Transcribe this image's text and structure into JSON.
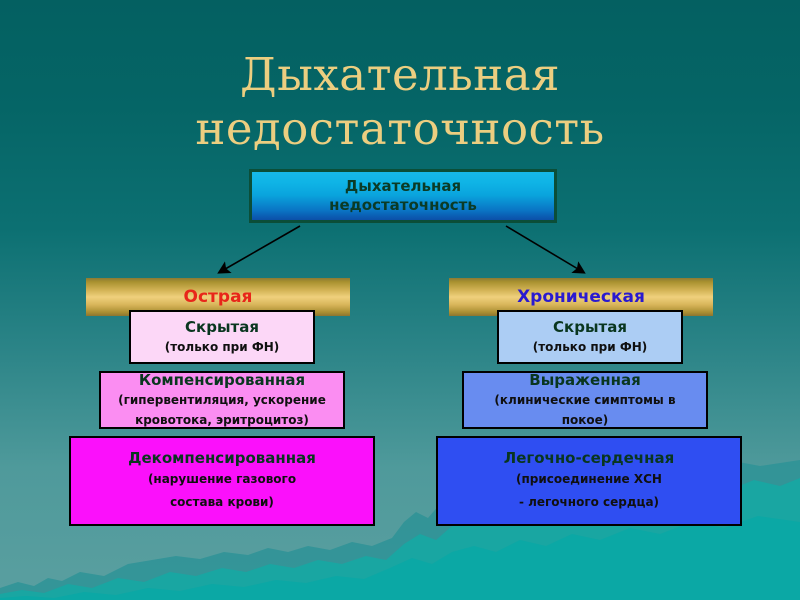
{
  "slide": {
    "title_line_1": "Дыхательная",
    "title_line_2": "недостаточность",
    "title_color": "#ecce80",
    "background_color": "#0c7072"
  },
  "root": {
    "line_1": "Дыхательная",
    "line_2": "недостаточность",
    "fill_color": "#0aa4dd",
    "border_color": "#0b4e38",
    "text_color": "#0b3b26"
  },
  "connectors": [
    {
      "name": "arrow-to-acute",
      "from": "root",
      "to": "acute",
      "direction": "down-left",
      "color": "#000000"
    },
    {
      "name": "arrow-to-chronic",
      "from": "root",
      "to": "chronic",
      "direction": "down-right",
      "color": "#000000"
    }
  ],
  "branches": {
    "acute": {
      "header": "Острая",
      "header_color": "#e8261a",
      "levels": [
        {
          "title": "Скрытая",
          "subtitle": "(только при ФН)",
          "subtitle_lines": [
            "(только при ФН)"
          ],
          "fill_color": "#fcd7f7"
        },
        {
          "title": "Компенсированная",
          "subtitle": "(гипервентиляция, ускорение кровотока, эритроцитоз)",
          "subtitle_lines": [
            "(гипервентиляция, ускорение",
            "кровотока, эритроцитоз)"
          ],
          "fill_color": "#fb8df2"
        },
        {
          "title": "Декомпенсированная",
          "subtitle": "(нарушение газового состава крови)",
          "subtitle_lines": [
            "(нарушение газового",
            "состава крови)"
          ],
          "fill_color": "#fb10fb"
        }
      ]
    },
    "chronic": {
      "header": "Хроническая",
      "header_color": "#2a1ad0",
      "levels": [
        {
          "title": "Скрытая",
          "subtitle": "(только при ФН)",
          "subtitle_lines": [
            "(только при ФН)"
          ],
          "fill_color": "#accdf4"
        },
        {
          "title": "Выраженная",
          "subtitle": "(клинические симптомы в покое)",
          "subtitle_lines": [
            "(клинические симптомы в",
            "покое)"
          ],
          "fill_color": "#688cf0"
        },
        {
          "title": "Легочно-сердечная",
          "subtitle": "(присоединение ХСН - легочного сердца)",
          "subtitle_lines": [
            "(присоединение ХСН",
            "- легочного сердца)"
          ],
          "fill_color": "#2f4ef2"
        }
      ]
    }
  },
  "decoration": {
    "mountain_silhouette": "bottom-right teal mountain range"
  }
}
